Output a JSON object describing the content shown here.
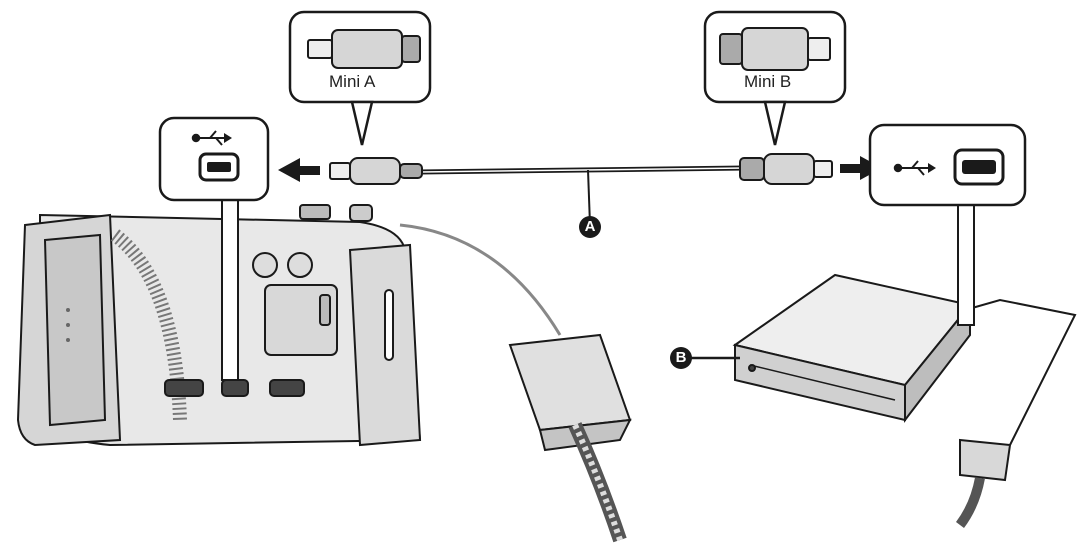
{
  "connectors": {
    "mini_a_label": "Mini A",
    "mini_b_label": "Mini B"
  },
  "markers": {
    "cable_marker": "A",
    "drive_marker": "B"
  },
  "icons": {
    "usb_symbol": "usb-icon",
    "arrow": "arrow-icon"
  },
  "colors": {
    "line": "#1a1a1a",
    "device_fill": "#e4e4e4",
    "device_dark": "#9a9a9a",
    "background": "#ffffff"
  }
}
